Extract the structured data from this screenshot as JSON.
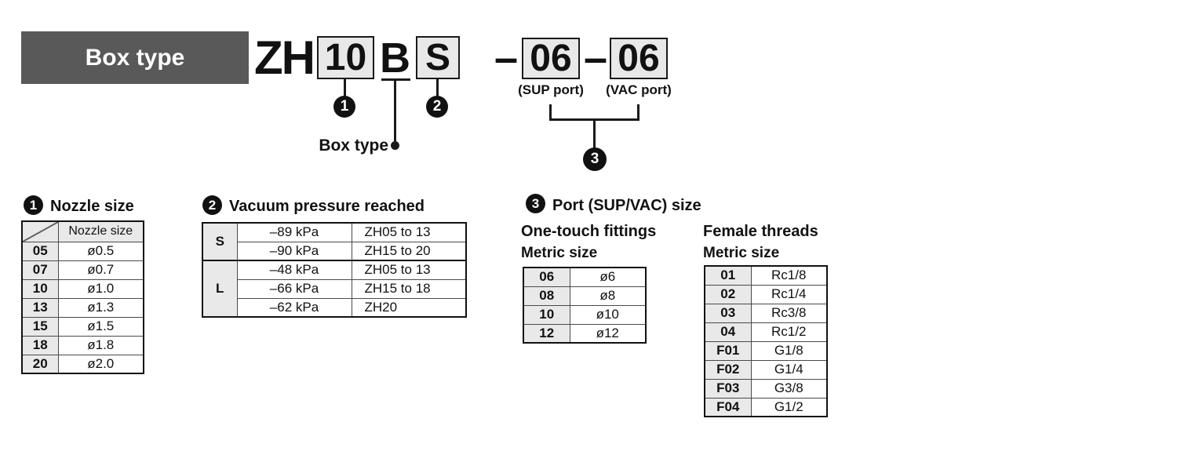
{
  "banner": {
    "label": "Box type"
  },
  "model_code": {
    "prefix": "ZH",
    "nozzle_value": "10",
    "body_letter": "B",
    "body_label": "Box type",
    "vacuum_value": "S",
    "dash": "–",
    "sup_value": "06",
    "vac_value": "06",
    "sup_label": "(SUP port)",
    "vac_label": "(VAC port)",
    "callout1": "1",
    "callout2": "2",
    "callout3": "3"
  },
  "sections": {
    "nozzle": {
      "callout": "1",
      "title": "Nozzle size",
      "col_header": "Nozzle size",
      "rows": [
        [
          "05",
          "ø0.5"
        ],
        [
          "07",
          "ø0.7"
        ],
        [
          "10",
          "ø1.0"
        ],
        [
          "13",
          "ø1.3"
        ],
        [
          "15",
          "ø1.5"
        ],
        [
          "18",
          "ø1.8"
        ],
        [
          "20",
          "ø2.0"
        ]
      ]
    },
    "vacuum": {
      "callout": "2",
      "title": "Vacuum pressure reached",
      "s_label": "S",
      "l_label": "L",
      "rows": [
        [
          "–89 kPa",
          "ZH05 to 13"
        ],
        [
          "–90 kPa",
          "ZH15 to 20"
        ],
        [
          "–48 kPa",
          "ZH05 to 13"
        ],
        [
          "–66 kPa",
          "ZH15 to 18"
        ],
        [
          "–62 kPa",
          "ZH20"
        ]
      ]
    },
    "port": {
      "callout": "3",
      "title": "Port (SUP/VAC) size",
      "one_touch": {
        "heading": "One-touch fittings",
        "subheading": "Metric size",
        "rows": [
          [
            "06",
            "ø6"
          ],
          [
            "08",
            "ø8"
          ],
          [
            "10",
            "ø10"
          ],
          [
            "12",
            "ø12"
          ]
        ]
      },
      "female": {
        "heading": "Female threads",
        "subheading": "Metric size",
        "rows": [
          [
            "01",
            "Rc1/8"
          ],
          [
            "02",
            "Rc1/4"
          ],
          [
            "03",
            "Rc3/8"
          ],
          [
            "04",
            "Rc1/2"
          ],
          [
            "F01",
            "G1/8"
          ],
          [
            "F02",
            "G1/4"
          ],
          [
            "F03",
            "G3/8"
          ],
          [
            "F04",
            "G1/2"
          ]
        ]
      }
    }
  },
  "colors": {
    "banner_bg": "#595959",
    "box_fill": "#e8e8e8",
    "header_fill": "#e9e9e9",
    "line": "#1a1a1a"
  }
}
